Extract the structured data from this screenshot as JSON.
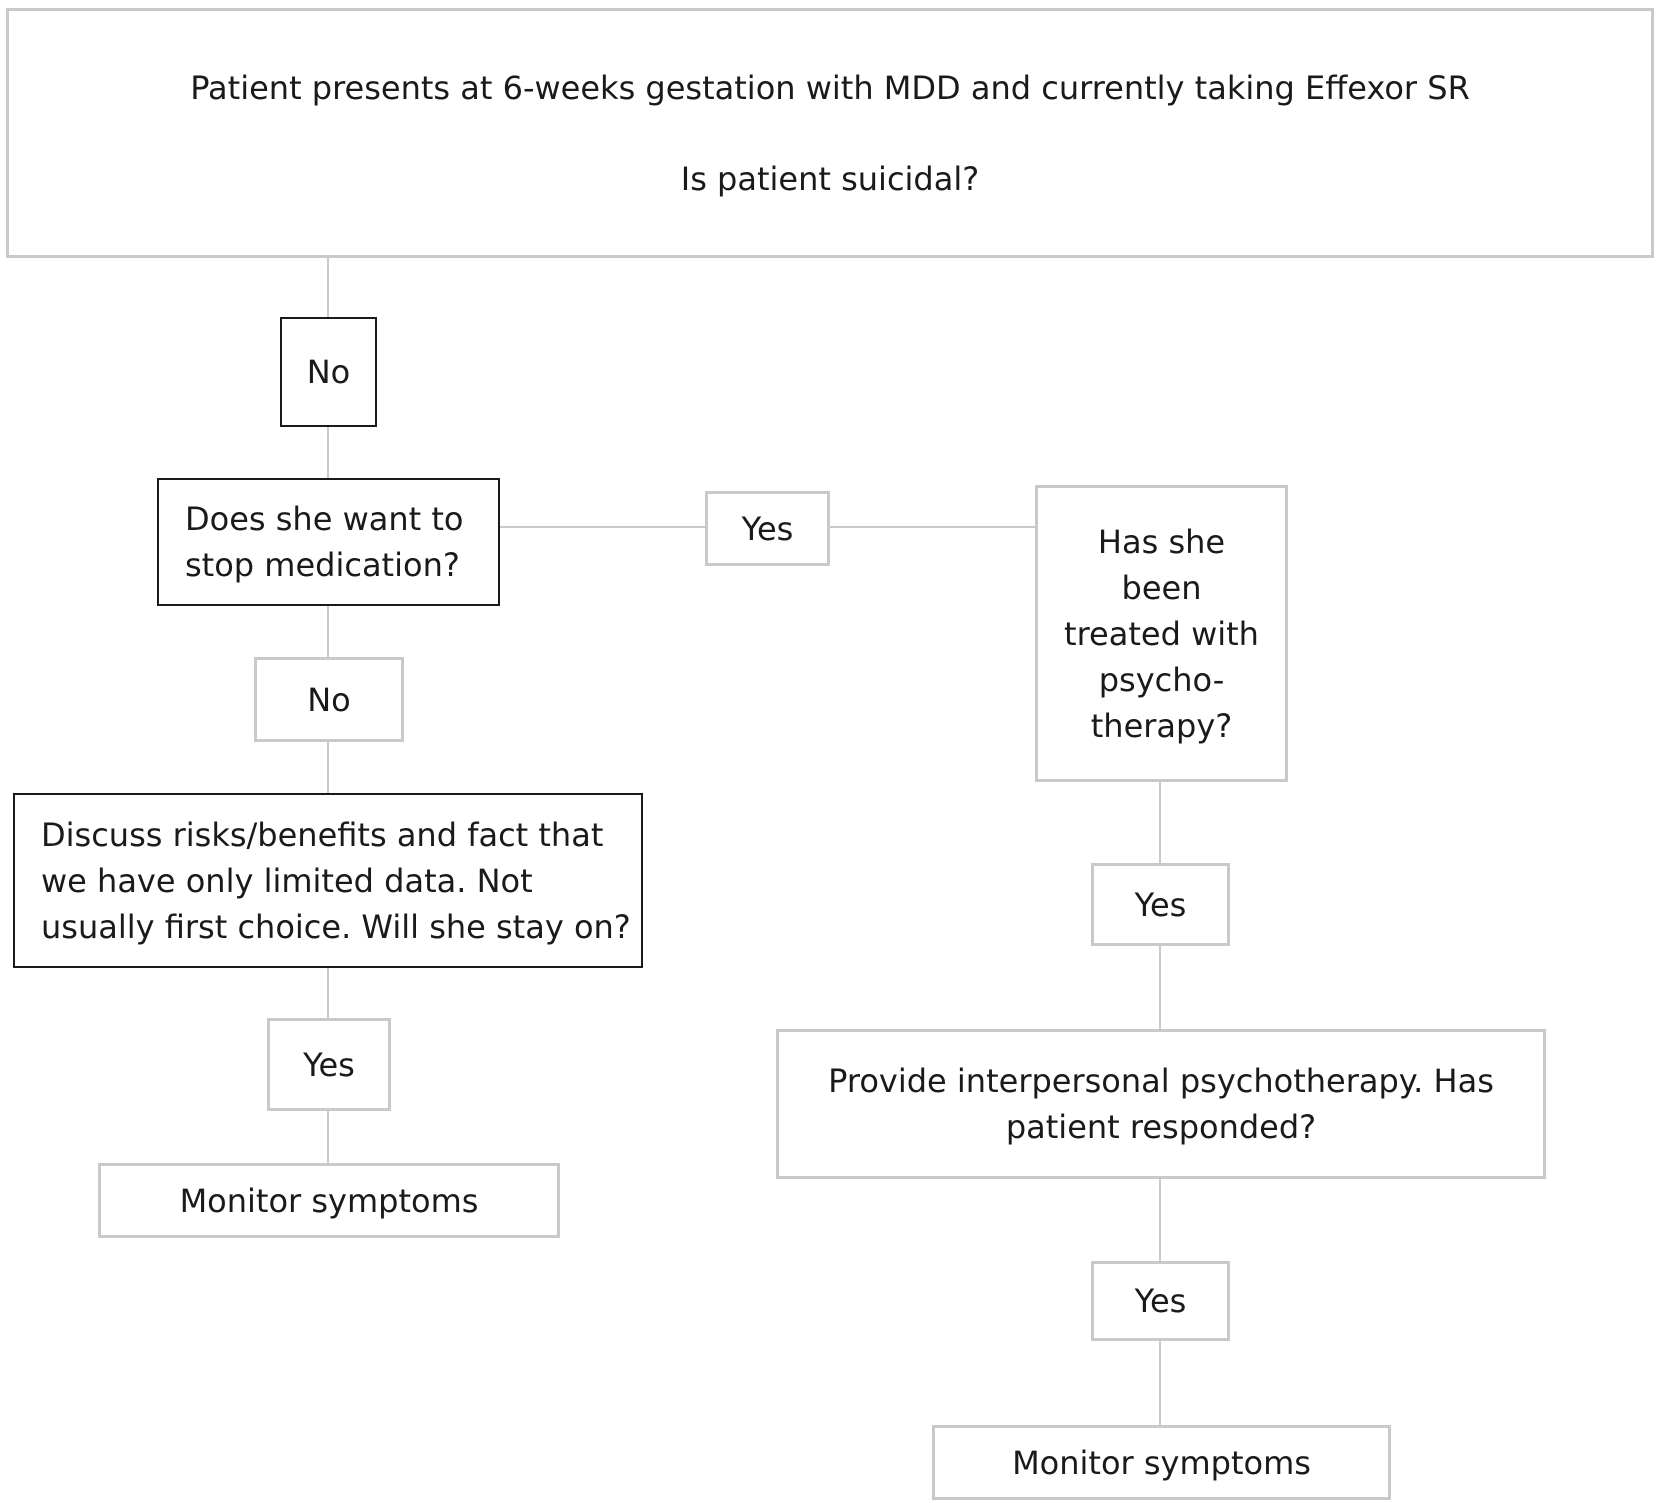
{
  "diagram": {
    "start": {
      "line1": "Patient presents at 6-weeks gestation with MDD  and currently taking Effexor SR",
      "line2": "Is patient suicidal?"
    },
    "no_suicidal": "No",
    "stop_medication": {
      "line1": "Does she want to",
      "line2": "stop medication?"
    },
    "yes_stop": "Yes",
    "treated_psychotherapy": {
      "line1": "Has she",
      "line2": "been",
      "line3": "treated with",
      "line4": "psycho-",
      "line5": "therapy?"
    },
    "no_stop": "No",
    "discuss": {
      "line1": "Discuss risks/benefits and fact  that",
      "line2": "we have only limited data. Not",
      "line3": "usually first choice. Will she stay on?"
    },
    "yes_stay": "Yes",
    "monitor_left": "Monitor symptoms",
    "yes_treated": "Yes",
    "interpersonal": {
      "line1": "Provide interpersonal psychotherapy. Has",
      "line2": "patient responded?"
    },
    "yes_responded": "Yes",
    "monitor_right": "Monitor symptoms"
  }
}
